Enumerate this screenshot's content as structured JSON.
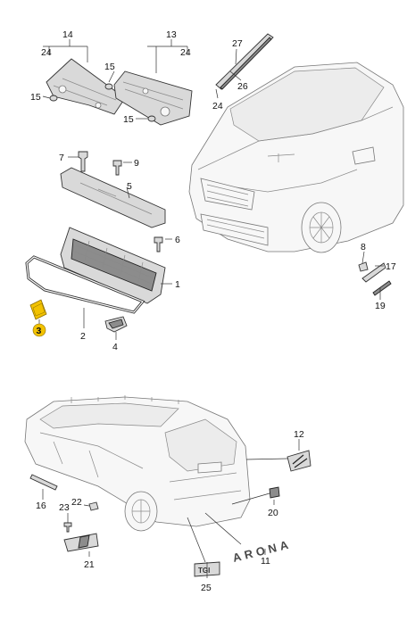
{
  "callouts": {
    "c1": "1",
    "c2": "2",
    "c3": "3",
    "c4": "4",
    "c5": "5",
    "c6": "6",
    "c7": "7",
    "c8": "8",
    "c9": "9",
    "c11": "11",
    "c12": "12",
    "c13": "13",
    "c14": "14",
    "c15a": "15",
    "c15b": "15",
    "c15c": "15",
    "c16": "16",
    "c17": "17",
    "c19": "19",
    "c20": "20",
    "c21": "21",
    "c22": "22",
    "c23": "23",
    "c24a": "24",
    "c24b": "24",
    "c24c": "24",
    "c25": "25",
    "c26": "26",
    "c27": "27"
  },
  "highlight_color": "#f2c200",
  "badge_texts": {
    "arona_badge": "ARONA",
    "model_badge": "TGI"
  }
}
